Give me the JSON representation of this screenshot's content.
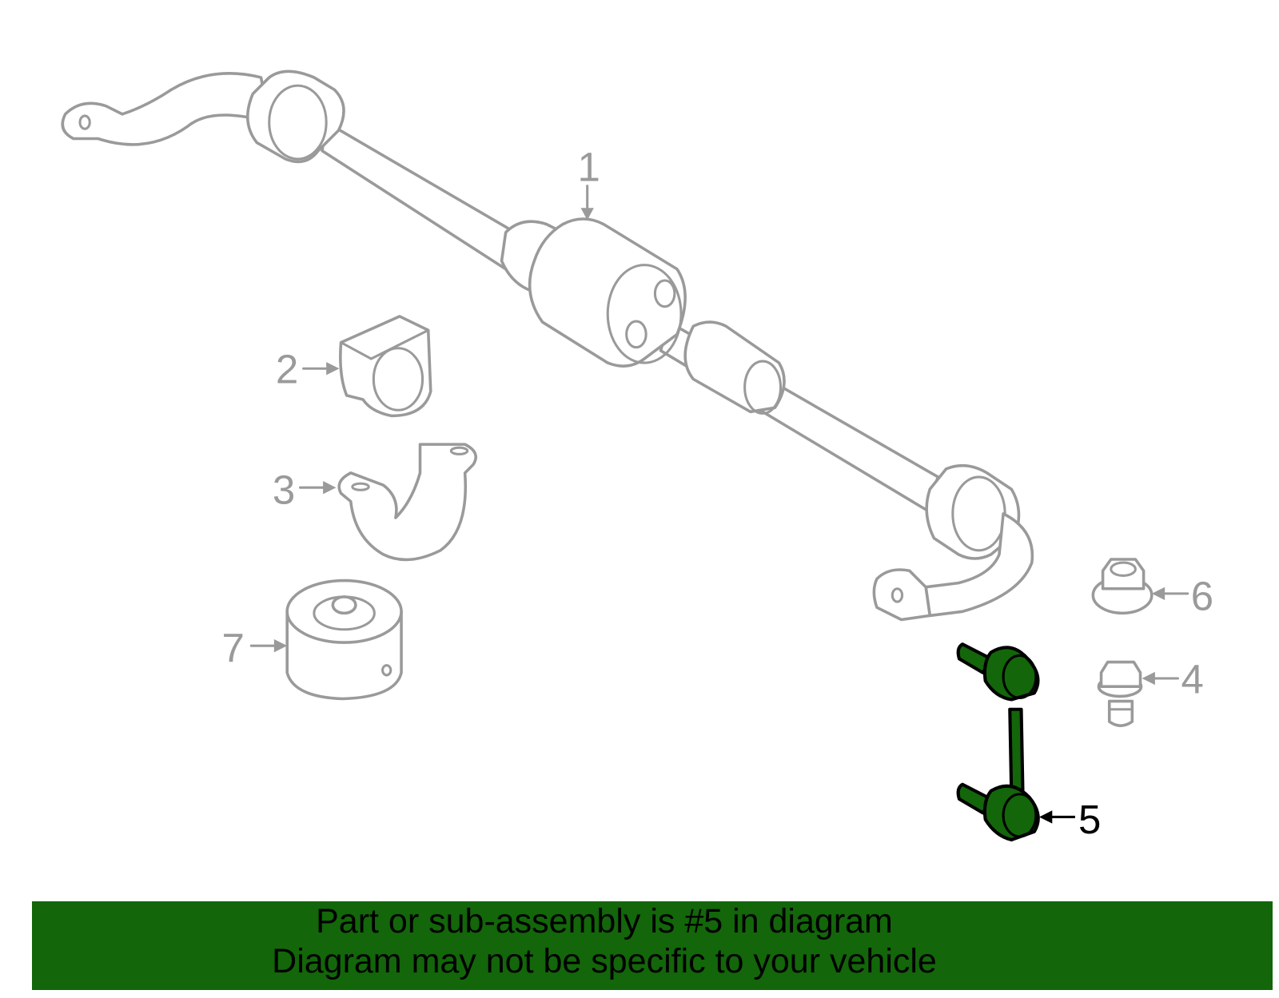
{
  "diagram": {
    "callouts": [
      {
        "number": "1",
        "highlighted": false
      },
      {
        "number": "2",
        "highlighted": false
      },
      {
        "number": "3",
        "highlighted": false
      },
      {
        "number": "4",
        "highlighted": false
      },
      {
        "number": "5",
        "highlighted": true
      },
      {
        "number": "6",
        "highlighted": false
      },
      {
        "number": "7",
        "highlighted": false
      }
    ],
    "highlight_color": "#13660a",
    "part_color": "#9a9a9a"
  },
  "banner": {
    "line1": "Part or sub-assembly is #5 in diagram",
    "line2": "Diagram may not be specific to your vehicle",
    "background": "#13660a"
  }
}
